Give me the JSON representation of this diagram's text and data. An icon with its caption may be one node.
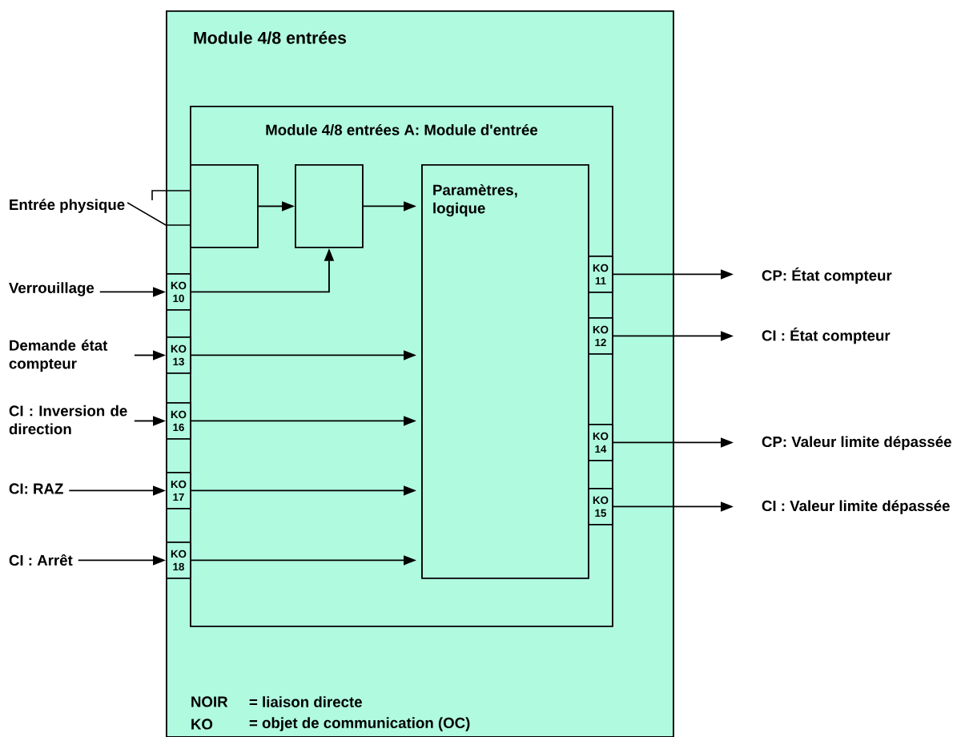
{
  "diagram": {
    "nodes": [
      {
        "text": [
          "Module 4/8 entrées"
        ]
      },
      {
        "text": [
          "Module 4/8 entrées A: Module d'entrée"
        ],
        "in": 0
      },
      {
        "text": [],
        "shape": "box",
        "in": 1
      },
      {
        "text": [],
        "shape": "box",
        "in": 1
      },
      {
        "text": [
          "Paramètres, logique"
        ],
        "in": 1
      },
      {
        "text": [
          "KO 10"
        ],
        "in": 0
      },
      {
        "text": [
          "KO 13"
        ],
        "in": 0
      },
      {
        "text": [
          "KO 16"
        ],
        "in": 0
      },
      {
        "text": [
          "KO 17"
        ],
        "in": 0
      },
      {
        "text": [
          "KO 18"
        ],
        "in": 0
      },
      {
        "text": [
          "KO 11"
        ],
        "in": 1
      },
      {
        "text": [
          "KO 12"
        ],
        "in": 1
      },
      {
        "text": [
          "KO 14"
        ],
        "in": 1
      },
      {
        "text": [
          "KO 15"
        ],
        "in": 1
      },
      {
        "text": [
          "Entrée physique"
        ]
      },
      {
        "text": [
          "Verrouillage"
        ]
      },
      {
        "text": [
          "Demande état compteur"
        ]
      },
      {
        "text": [
          "CI : Inversion de direction"
        ]
      },
      {
        "text": [
          "CI: RAZ"
        ]
      },
      {
        "text": [
          "CI : Arrêt"
        ]
      },
      {
        "text": [
          "CP: État compteur"
        ]
      },
      {
        "text": [
          "CI : État compteur"
        ]
      },
      {
        "text": [
          "CP: Valeur limite dépassée"
        ]
      },
      {
        "text": [
          "CI : Valeur limite dépassée"
        ]
      }
    ],
    "edges": [
      {
        "from": 14,
        "to": 2,
        "arrow": "none"
      },
      {
        "from": 2,
        "to": 3,
        "arrow": "to"
      },
      {
        "from": 3,
        "to": 4,
        "arrow": "to"
      },
      {
        "from": 15,
        "to": 5,
        "arrow": "to"
      },
      {
        "from": 5,
        "to": 3,
        "arrow": "to"
      },
      {
        "from": 16,
        "to": 6,
        "arrow": "to"
      },
      {
        "from": 6,
        "to": 4,
        "arrow": "to"
      },
      {
        "from": 17,
        "to": 7,
        "arrow": "to"
      },
      {
        "from": 7,
        "to": 4,
        "arrow": "to"
      },
      {
        "from": 18,
        "to": 8,
        "arrow": "to"
      },
      {
        "from": 8,
        "to": 4,
        "arrow": "to"
      },
      {
        "from": 19,
        "to": 9,
        "arrow": "to"
      },
      {
        "from": 9,
        "to": 4,
        "arrow": "to"
      },
      {
        "from": 10,
        "to": 20,
        "arrow": "to"
      },
      {
        "from": 11,
        "to": 21,
        "arrow": "to"
      },
      {
        "from": 12,
        "to": 22,
        "arrow": "to"
      },
      {
        "from": 13,
        "to": 23,
        "arrow": "to"
      }
    ],
    "labels": [
      "NOIR",
      "= liaison directe",
      "KO",
      "= objet de communication (OC)"
    ]
  }
}
